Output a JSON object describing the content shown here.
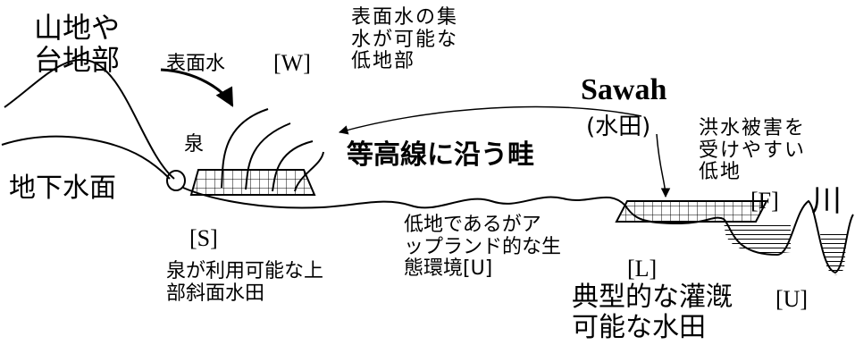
{
  "labels": {
    "mountain": "山地や\n台地部",
    "surface_water": "表面水",
    "w_code": "[W]",
    "collection": "表面水の集\n水が可能な\n低地部",
    "sawah": "Sawah",
    "paddy_paren": "(水田)",
    "spring": "泉",
    "contour_ridge": "等高線に沿う畦",
    "flood": "洪水被害を\n受けやすい\n低地",
    "groundwater": "地下水面",
    "f_code": "[F]",
    "river": "川",
    "s_code": "[S]",
    "spring_paddy": "泉が利用可能な上\n部斜面水田",
    "upland_lowland": "低地であるがア\nップランド的な生\n態環境[U]",
    "l_code": "[L]",
    "typical_irrigated": "典型的な灌漑\n可能な水田",
    "u_code": "[U]"
  }
}
